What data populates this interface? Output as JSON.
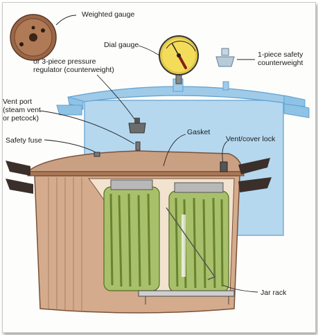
{
  "labels": {
    "weighted_gauge": "Weighted gauge",
    "dial_gauge": "Dial gauge",
    "safety_counterweight_1": "1-piece safety",
    "safety_counterweight_2": "counterweight",
    "regulator_1": "or 3-piece pressure",
    "regulator_2": "regulator (counterweight)",
    "vent_port_1": "Vent port",
    "vent_port_2": "(steam vent",
    "vent_port_3": "or petcock)",
    "safety_fuse": "Safety fuse",
    "gasket": "Gasket",
    "vent_cover_lock": "Vent/cover lock",
    "jar_rack": "Jar rack"
  },
  "colors": {
    "ghost_blue": "#8ec3e6",
    "ghost_blue_dark": "#5f9fcf",
    "pot_copper": "#c99a78",
    "pot_copper_dark": "#9c6a4c",
    "handle": "#3a2f2a",
    "jar_green": "#8aa64a",
    "bean_green": "#5f7d2a",
    "dial_face": "#f3dc5a",
    "needle": "#8a1e12"
  }
}
